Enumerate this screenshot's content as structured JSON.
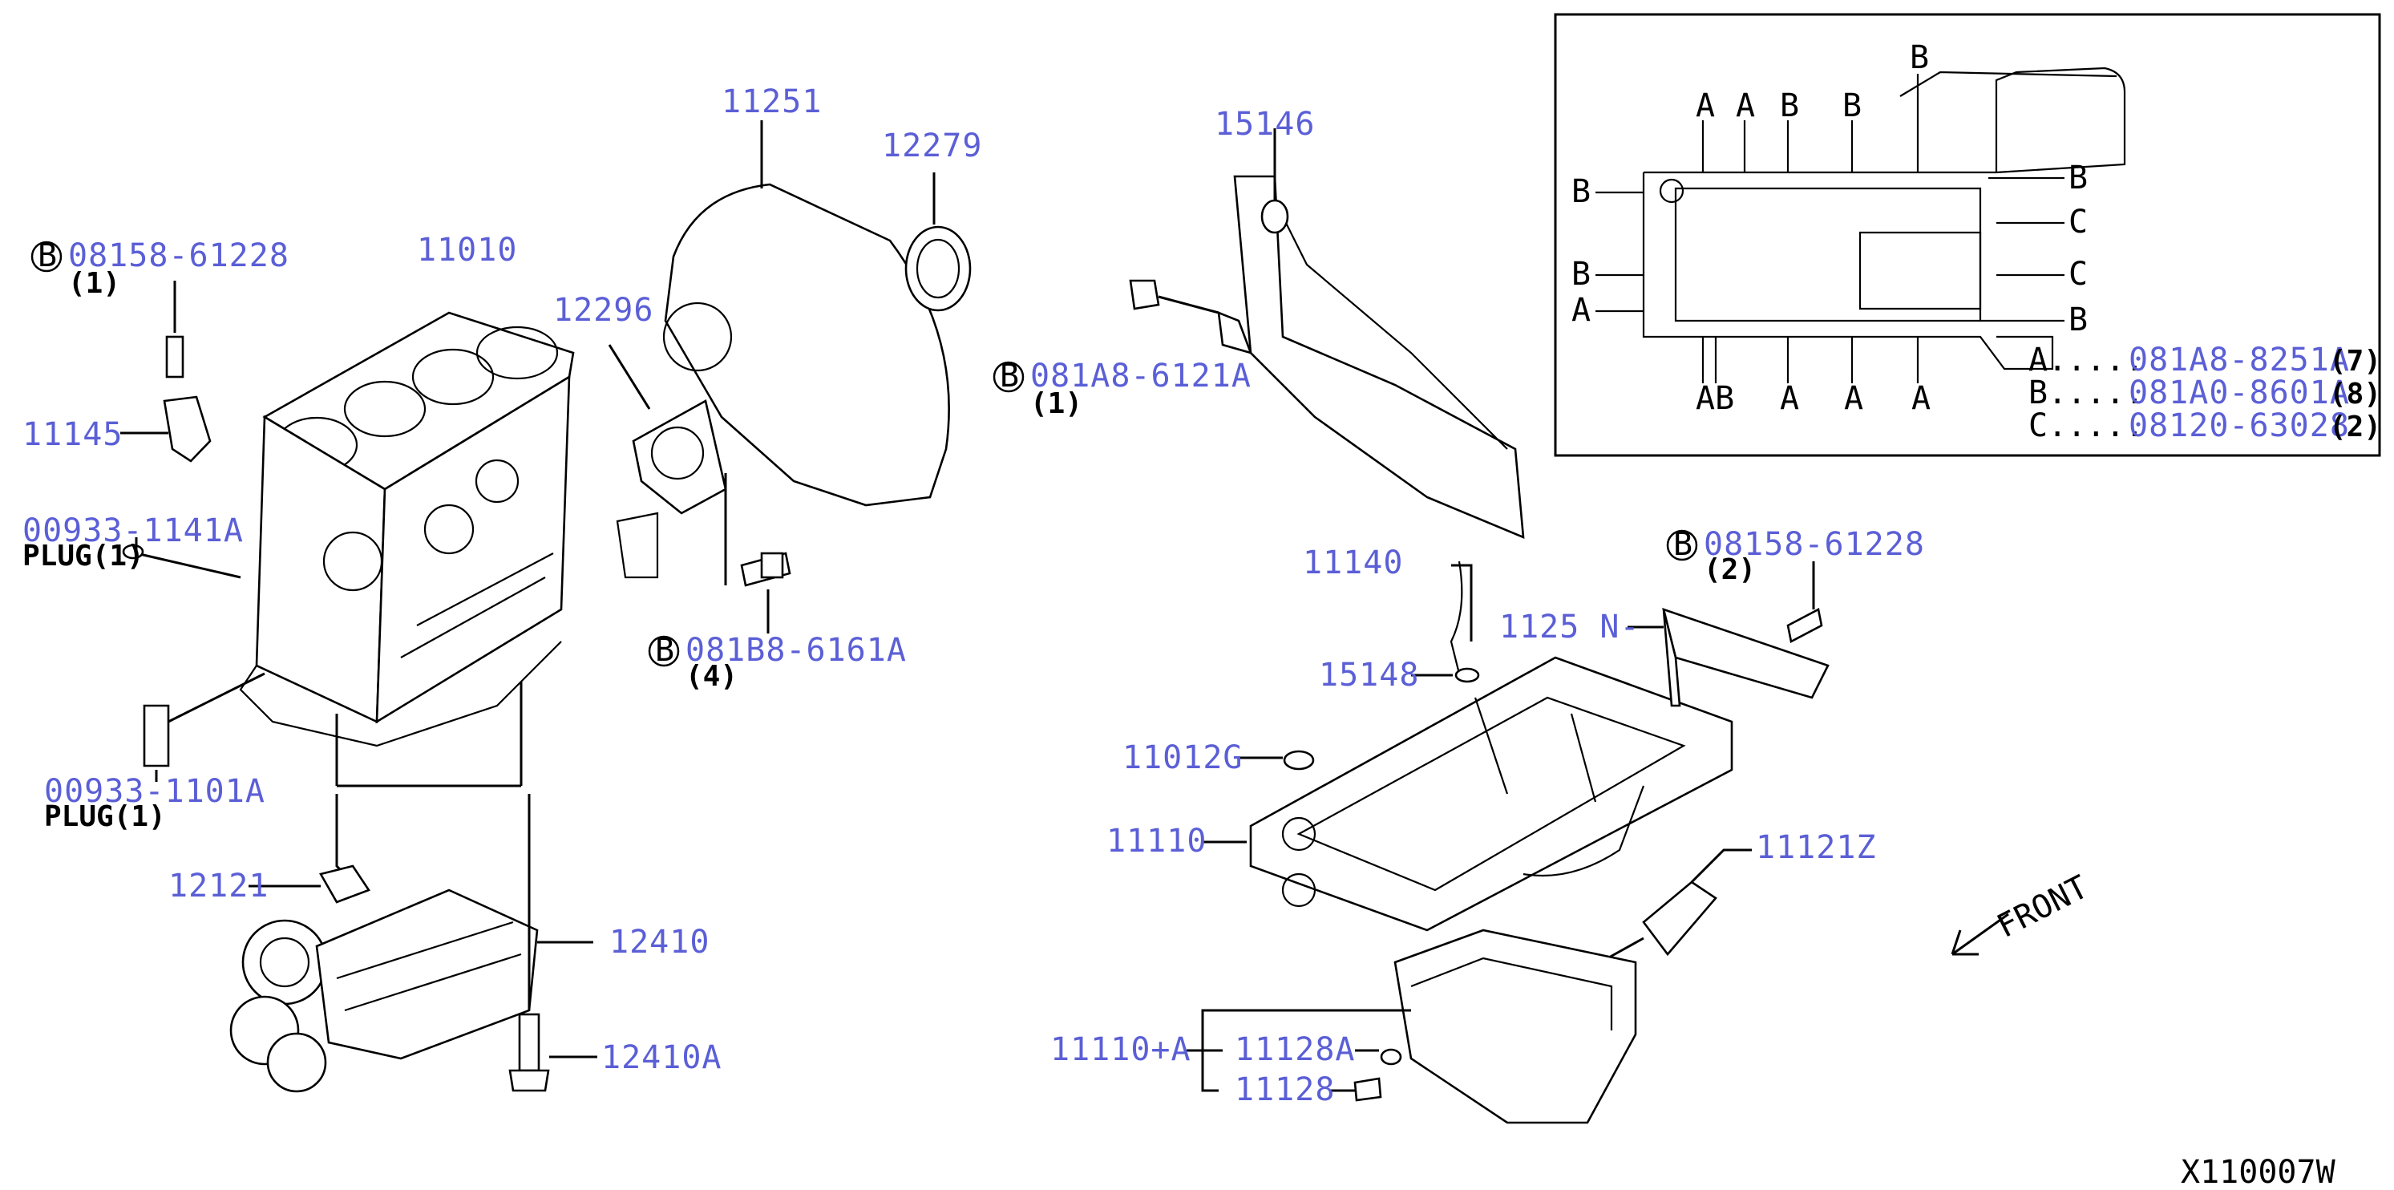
{
  "callouts": {
    "p11251": "11251",
    "p12279": "12279",
    "p11010": "11010",
    "p08158_a": "08158-61228",
    "p08158_a_qty": "(1)",
    "p12296": "12296",
    "p11145": "11145",
    "p00933_1141A": "00933-1141A",
    "plug1": "PLUG(1)",
    "p081B8": "081B8-6161A",
    "p081B8_qty": "(4)",
    "p00933_1101A": "00933-1101A",
    "plug2": "PLUG(1)",
    "p12121": "12121",
    "p12410": "12410",
    "p12410A": "12410A",
    "p15146": "15146",
    "p081A8": "081A8-6121A",
    "p081A8_qty": "(1)",
    "p11140": "11140",
    "p08158_b": "08158-61228",
    "p08158_b_qty": "(2)",
    "p1125N": "1125 N-",
    "p15148": "15148",
    "p11012G": "11012G",
    "p11110": "11110",
    "p11121Z": "11121Z",
    "p11110A": "11110+A",
    "p11128A": "11128A",
    "p11128": "11128",
    "front": "FRONT",
    "code": "X110007W"
  },
  "bolt_marker": "B",
  "inset": {
    "letters_top": [
      "A",
      "A",
      "B",
      "B",
      "B"
    ],
    "letters_right": [
      "B",
      "C",
      "C",
      "B"
    ],
    "letters_left": [
      "B",
      "B",
      "A"
    ],
    "letters_bottom": [
      "AB",
      "A",
      "A",
      "A"
    ],
    "legend": [
      {
        "key": "A.....",
        "part": "081A8-8251A",
        "qty": "(7)"
      },
      {
        "key": "B.....",
        "part": "081A0-8601A",
        "qty": "(8)"
      },
      {
        "key": "C.....",
        "part": "08120-63028",
        "qty": "(2)"
      }
    ]
  }
}
